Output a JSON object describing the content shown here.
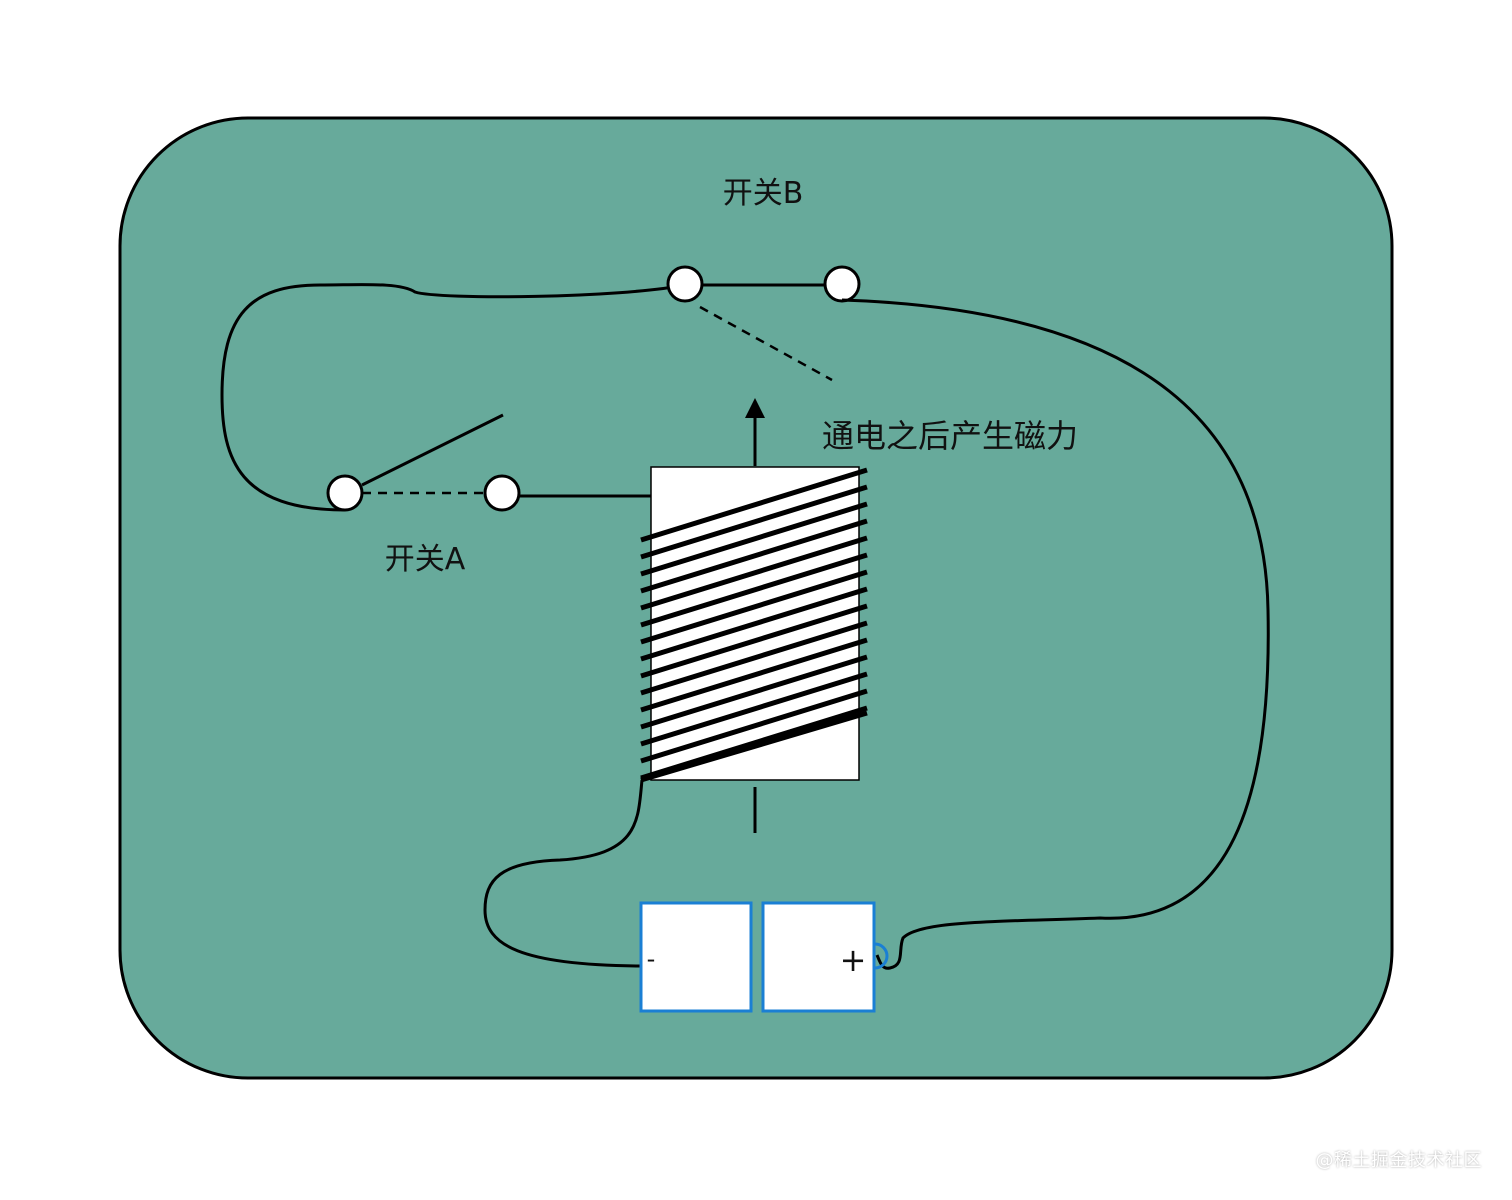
{
  "colors": {
    "panel": "#67aa9b",
    "stroke": "#000000",
    "battery_border": "#1a7fd4",
    "coil_body": "#ffffff"
  },
  "labels": {
    "switch_b": "开关B",
    "switch_a": "开关A",
    "magnetism": "通电之后产生磁力",
    "battery_minus": "-",
    "battery_plus": "+"
  },
  "watermark": "@稀土掘金技术社区",
  "coil": {
    "turns": 15
  }
}
